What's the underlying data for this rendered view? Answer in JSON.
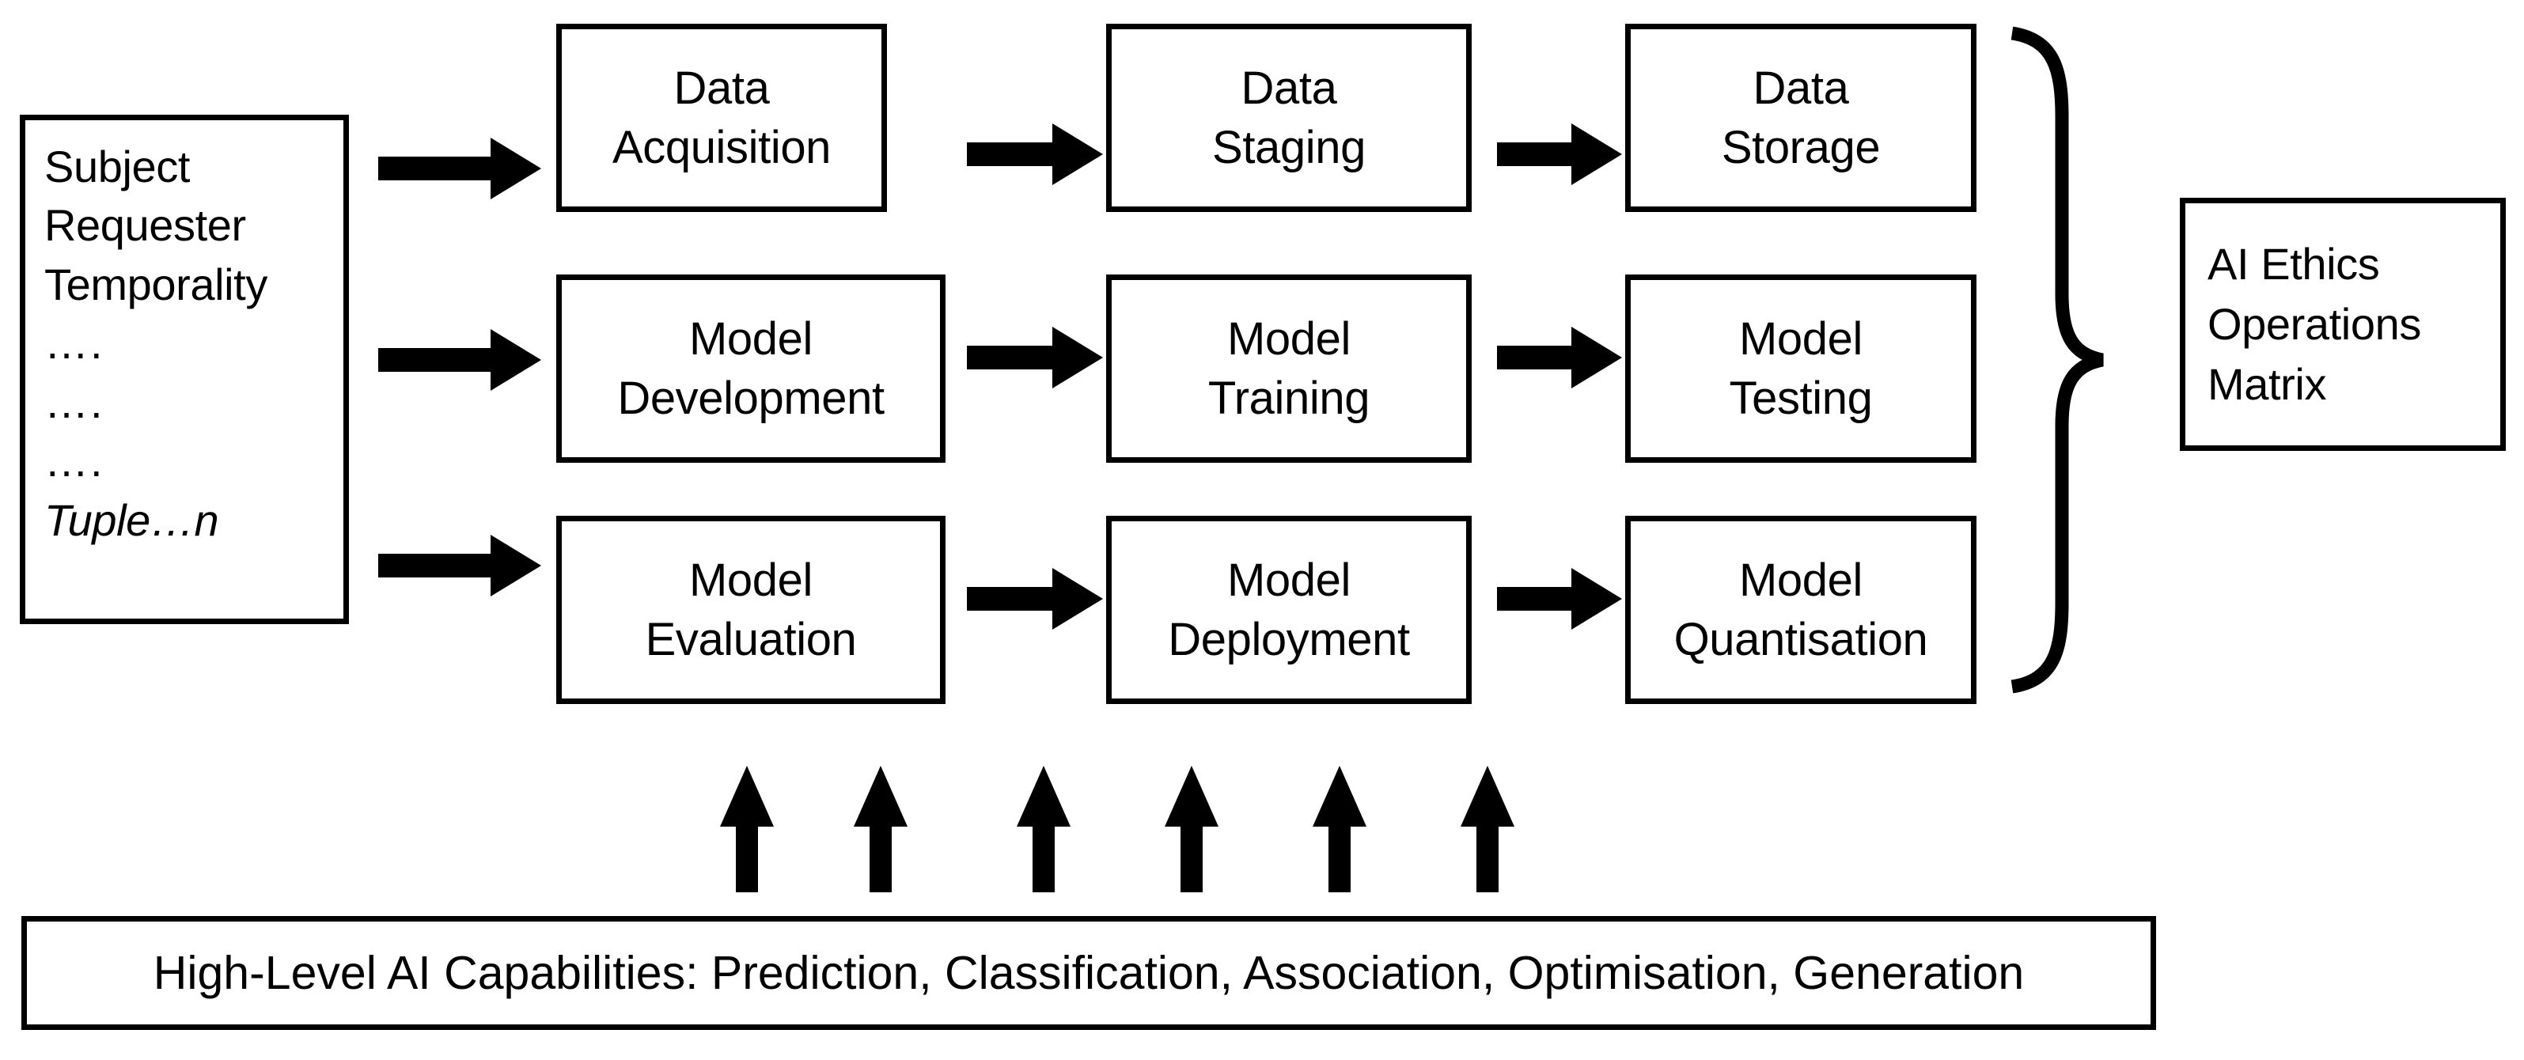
{
  "diagram": {
    "title_text_present": false,
    "colors": {
      "stroke": "#000000",
      "fill": "#ffffff",
      "text": "#000000"
    },
    "input_panel": {
      "name": "tuple-attributes-panel",
      "lines": [
        "Subject",
        "Requester",
        "Temporality"
      ],
      "ellipsis_lines": [
        "….",
        "….",
        "…."
      ],
      "final_line": "Tuple…n"
    },
    "rows": [
      {
        "name": "data-pipeline-row",
        "stages": [
          {
            "line1": "Data",
            "line2": "Acquisition"
          },
          {
            "line1": "Data",
            "line2": "Staging"
          },
          {
            "line1": "Data",
            "line2": "Storage"
          }
        ]
      },
      {
        "name": "model-build-row",
        "stages": [
          {
            "line1": "Model",
            "line2": "Development"
          },
          {
            "line1": "Model",
            "line2": "Training"
          },
          {
            "line1": "Model",
            "line2": "Testing"
          }
        ]
      },
      {
        "name": "model-operate-row",
        "stages": [
          {
            "line1": "Model",
            "line2": "Evaluation"
          },
          {
            "line1": "Model",
            "line2": "Deployment"
          },
          {
            "line1": "Model",
            "line2": "Quantisation"
          }
        ]
      }
    ],
    "output_box": {
      "name": "ai-ethics-operations-matrix",
      "lines": [
        "AI Ethics",
        "Operations",
        "Matrix"
      ]
    },
    "brace": {
      "name": "right-curly-brace",
      "orientation": "right-pointing",
      "groups_rows": 3
    },
    "capabilities_banner": {
      "name": "high-level-ai-capabilities-banner",
      "text": "High-Level AI Capabilities: Prediction, Classification, Association, Optimisation, Generation"
    },
    "upward_arrows": {
      "name": "capability-support-arrows",
      "count": 6
    },
    "flow_arrows": {
      "name": "flow-arrow",
      "into_row_count": 3,
      "between_stage_count": 6,
      "direction": "right"
    }
  }
}
